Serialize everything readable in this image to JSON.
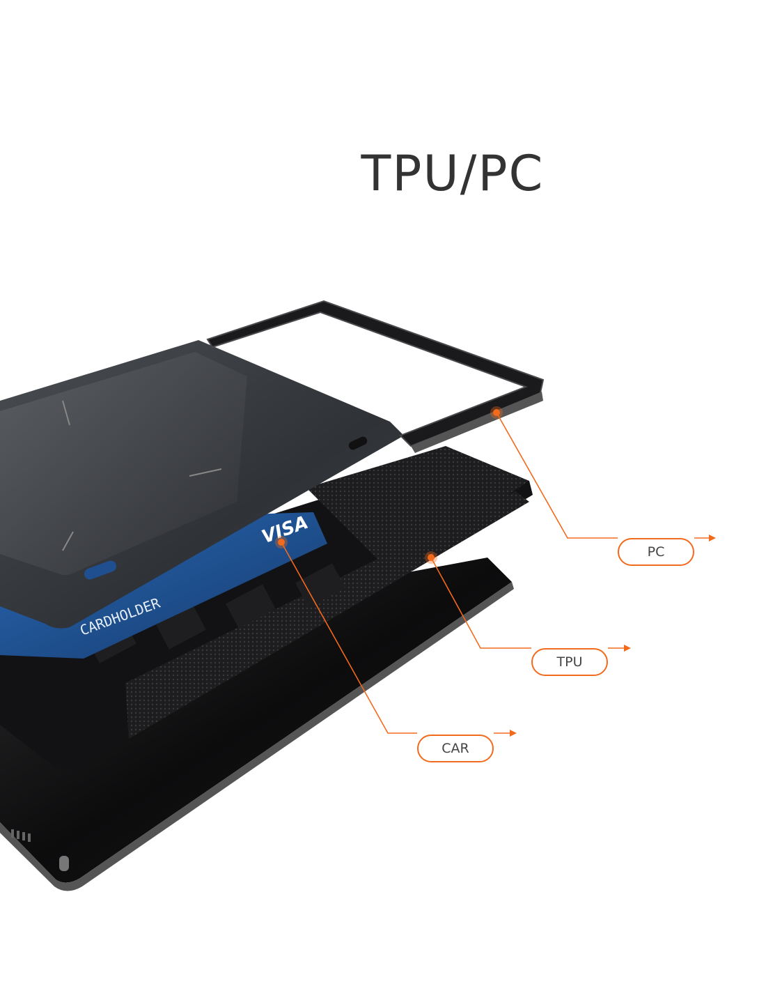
{
  "title": "TPU/PC",
  "callouts": {
    "pc": "PC",
    "tpu": "TPU",
    "car": "CAR"
  },
  "card": {
    "brand": "VISA",
    "holder": "CARDHOLDER"
  },
  "colors": {
    "accent": "#f26a1b",
    "title": "#333333",
    "case": "#3a3d42",
    "card": "#1f4f8f"
  }
}
